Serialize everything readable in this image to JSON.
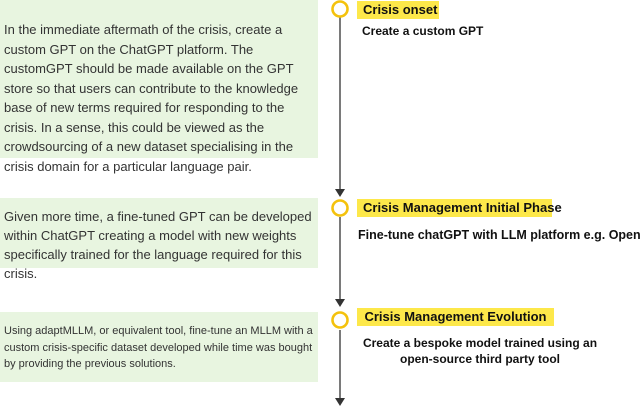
{
  "stages": [
    {
      "label": "Crisis onset",
      "action": "Create a custom GPT",
      "description": "In the immediate aftermath of the crisis, create a custom GPT on the ChatGPT platform. The customGPT should be made available on the GPT store so that users can contribute to the knowledge base of new terms required for responding to the crisis. In a sense, this could be viewed as the crowdsourcing of a new dataset specialising in the crisis domain for a particular language pair."
    },
    {
      "label": "Crisis Management Initial Phase",
      "action": "Fine-tune chatGPT with LLM platform e.g. OpenAI",
      "description": "Given more time, a fine-tuned GPT can be developed within ChatGPT creating a model with new weights specifically trained for the language required for this crisis."
    },
    {
      "label": "Crisis Management Evolution",
      "action": "Create a bespoke model trained using an open-source third party tool",
      "description": "Using adaptMLLM, or equivalent tool, fine-tune an MLLM with a custom crisis-specific dataset developed while time was bought by providing the previous solutions."
    }
  ],
  "colors": {
    "panel_background": "#e8f5e0",
    "stage_badge": "#fde84a",
    "marker_ring": "#f4c20d",
    "timeline_line": "#333333"
  }
}
